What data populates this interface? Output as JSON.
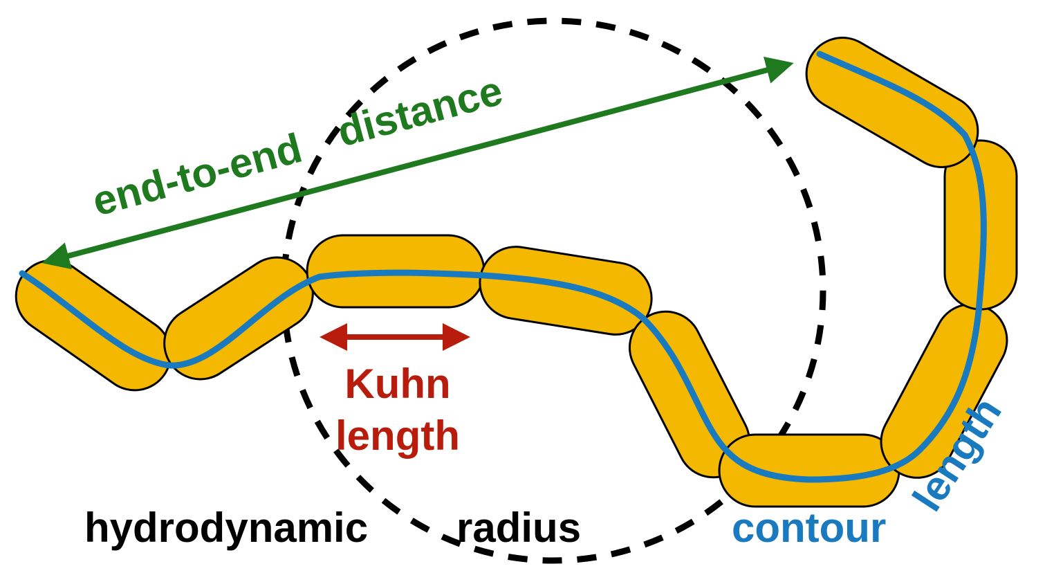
{
  "labels": {
    "end_to_end_1": "end-to-end",
    "end_to_end_2": "distance",
    "kuhn_1": "Kuhn",
    "kuhn_2": "length",
    "hydro_1": "hydrodynamic",
    "hydro_2": "radius",
    "contour_1": "contour",
    "contour_2": "length"
  },
  "colors": {
    "segment_fill": "#F5B800",
    "segment_stroke": "#000000",
    "contour_line": "#1A7ABF",
    "end_to_end": "#1F7A1F",
    "kuhn": "#B81C0C",
    "hydro_circle": "#000000",
    "text_black": "#000000"
  }
}
